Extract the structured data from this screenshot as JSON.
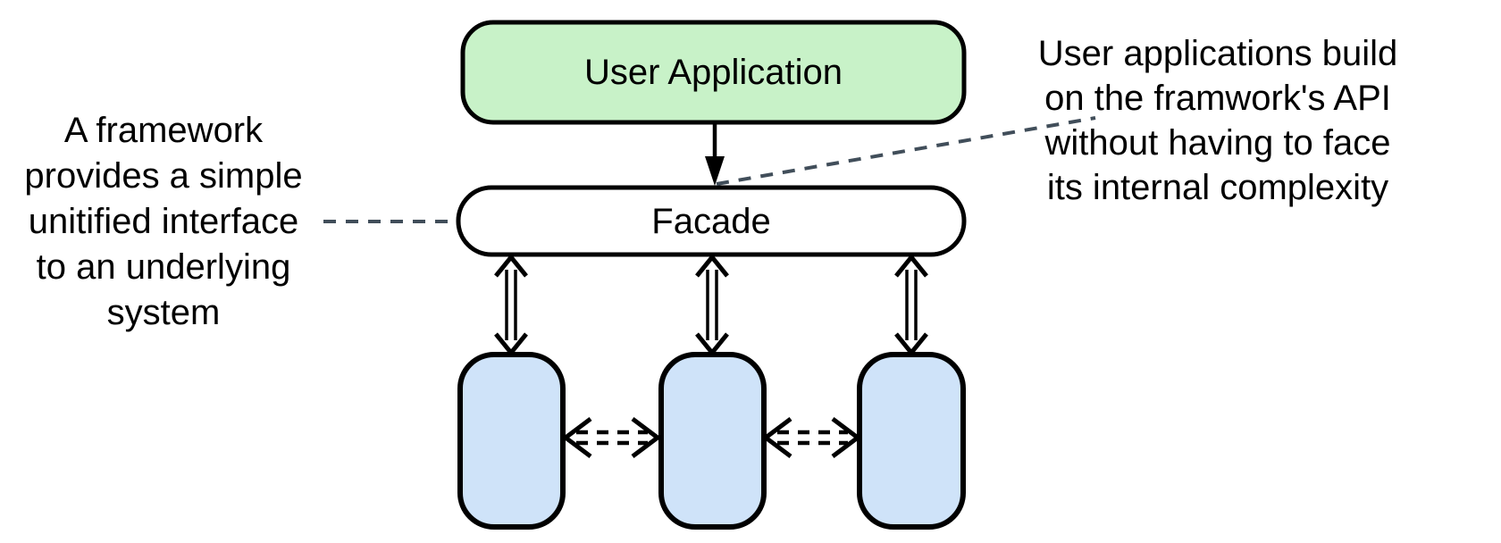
{
  "boxes": {
    "user_application": {
      "label": "User Application"
    },
    "facade": {
      "label": "Facade"
    },
    "subsystems": {
      "count": 3,
      "labels": [
        "",
        "",
        ""
      ]
    }
  },
  "annotations": {
    "left": {
      "lines": [
        "A framework",
        "provides a simple",
        "unitified interface",
        "to an underlying",
        "system"
      ]
    },
    "right": {
      "lines": [
        "User applications build",
        "on the framwork's API",
        "without having to face",
        "its internal complexity"
      ]
    }
  },
  "colors": {
    "user_app_fill": "#c8f2c8",
    "facade_fill": "#ffffff",
    "subsystem_fill": "#cfe3f9",
    "stroke": "#000000",
    "dash": "#414e5a",
    "text": "#000000",
    "background": "#ffffff"
  }
}
